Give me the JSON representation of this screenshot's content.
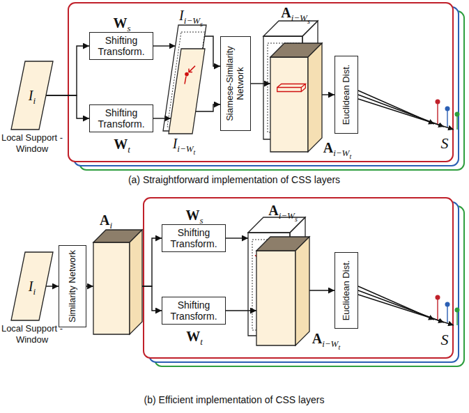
{
  "diagram": {
    "nodes": [
      {
        "text": [
          "I",
          "i",
          "Local Support -Window"
        ]
      },
      {
        "text": [
          "W",
          "s",
          "Shifting Transform."
        ]
      },
      {
        "text": [
          "Shifting Transform.",
          "W",
          "t"
        ]
      },
      {
        "text": [
          "I",
          "i−W",
          "s"
        ]
      },
      {
        "text": [
          "I",
          "i−W",
          "t"
        ]
      },
      {
        "text": [
          "Siamese-Similarity Network"
        ]
      },
      {
        "text": [
          "A",
          "i−W",
          "s"
        ]
      },
      {
        "text": [
          "A",
          "i−W",
          "t"
        ]
      },
      {
        "text": [
          "Euclidean Dist."
        ]
      },
      {
        "text": [
          "I",
          "i",
          "Local Support -Window"
        ]
      },
      {
        "text": [
          "Similarity Network"
        ]
      },
      {
        "text": [
          "A",
          "i"
        ]
      },
      {
        "text": [
          "W",
          "s",
          "Shifting Transform."
        ]
      },
      {
        "text": [
          "Shifting Transform.",
          "W",
          "t"
        ]
      },
      {
        "text": [
          "A",
          "i−W",
          "s"
        ]
      },
      {
        "text": [
          "A",
          "i−W",
          "t"
        ]
      },
      {
        "text": [
          "Euclidean Dist."
        ]
      }
    ],
    "edges": [
      {
        "from": 0,
        "to": 1,
        "arrow": "to"
      },
      {
        "from": 0,
        "to": 2,
        "arrow": "to"
      },
      {
        "from": 1,
        "to": 3,
        "arrow": "to"
      },
      {
        "from": 2,
        "to": 4,
        "arrow": "to"
      },
      {
        "from": 3,
        "to": 5,
        "arrow": "to"
      },
      {
        "from": 4,
        "to": 5,
        "arrow": "to"
      },
      {
        "from": 5,
        "to": 7,
        "arrow": "to"
      },
      {
        "from": 7,
        "to": 8,
        "arrow": "to"
      },
      {
        "from": 9,
        "to": 10,
        "arrow": "to"
      },
      {
        "from": 10,
        "to": 11,
        "arrow": "to"
      },
      {
        "from": 11,
        "to": 12,
        "arrow": "to"
      },
      {
        "from": 11,
        "to": 13,
        "arrow": "to"
      },
      {
        "from": 12,
        "to": 14,
        "arrow": "to"
      },
      {
        "from": 13,
        "to": 15,
        "arrow": "to"
      },
      {
        "from": 15,
        "to": 16,
        "arrow": "to"
      }
    ],
    "labels": [
      "S",
      "(a) Straightforward implementation of CSS layers",
      "S",
      "(b) Efficient implementation of CSS layers"
    ]
  }
}
